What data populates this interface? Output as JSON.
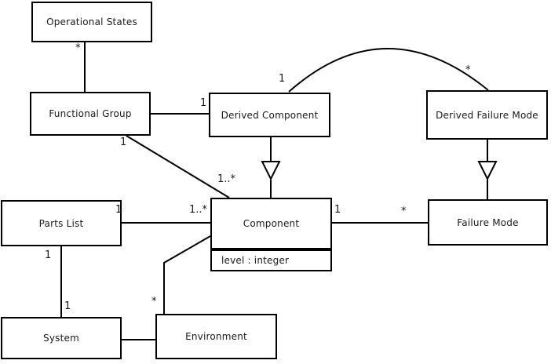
{
  "diagram": {
    "background_color": "#ffffff",
    "line_color": "#000000",
    "nodes": {
      "operational_states": {
        "label": "Operational States"
      },
      "functional_group": {
        "label": "Functional Group"
      },
      "derived_component": {
        "label": "Derived Component"
      },
      "derived_failure_mode": {
        "label": "Derived Failure Mode"
      },
      "component": {
        "label": "Component",
        "attribute": "level : integer"
      },
      "failure_mode": {
        "label": "Failure Mode"
      },
      "parts_list": {
        "label": "Parts List"
      },
      "system": {
        "label": "System"
      },
      "environment": {
        "label": "Environment"
      }
    },
    "multiplicities": {
      "opstates_fg_star": "*",
      "fg_dc_one": "1",
      "dc_dfm_one": "1",
      "dc_dfm_star": "*",
      "fg_component_one": "1",
      "fg_component_many": "1..*",
      "partslist_component_one": "1",
      "partslist_component_many": "1..*",
      "component_fm_one": "1",
      "component_fm_star": "*",
      "partslist_system_one_upper": "1",
      "partslist_system_one_lower": "1",
      "component_env_star": "*"
    }
  }
}
